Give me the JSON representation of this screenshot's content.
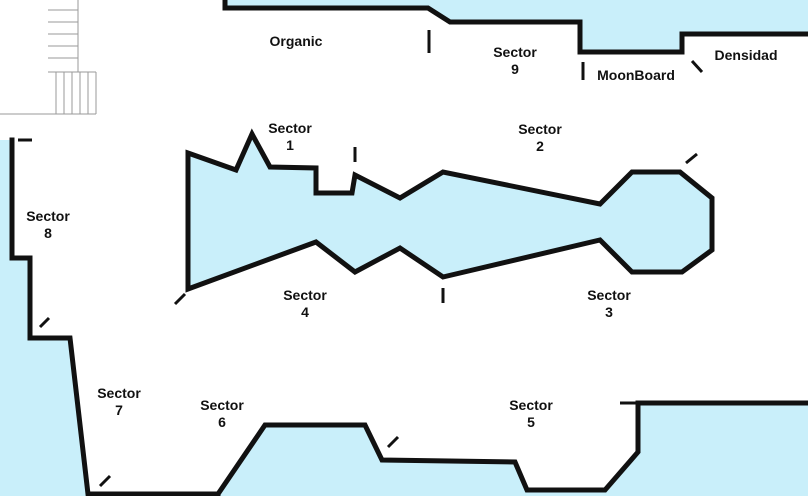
{
  "colors": {
    "background": "#c9effa",
    "floor": "#ffffff",
    "wall": "#111111",
    "stairs": "#9a9a9a",
    "text": "#111111"
  },
  "areas": [
    {
      "id": "organic",
      "line1": "Organic",
      "line2": ""
    },
    {
      "id": "sector-9",
      "line1": "Sector",
      "line2": "9"
    },
    {
      "id": "moonboard",
      "line1": "MoonBoard",
      "line2": ""
    },
    {
      "id": "densidad",
      "line1": "Densidad",
      "line2": ""
    },
    {
      "id": "sector-1",
      "line1": "Sector",
      "line2": "1"
    },
    {
      "id": "sector-2",
      "line1": "Sector",
      "line2": "2"
    },
    {
      "id": "sector-8",
      "line1": "Sector",
      "line2": "8"
    },
    {
      "id": "sector-4",
      "line1": "Sector",
      "line2": "4"
    },
    {
      "id": "sector-3",
      "line1": "Sector",
      "line2": "3"
    },
    {
      "id": "sector-7",
      "line1": "Sector",
      "line2": "7"
    },
    {
      "id": "sector-6",
      "line1": "Sector",
      "line2": "6"
    },
    {
      "id": "sector-5",
      "line1": "Sector",
      "line2": "5"
    }
  ],
  "features": {
    "stairs": "stairs-icon"
  }
}
